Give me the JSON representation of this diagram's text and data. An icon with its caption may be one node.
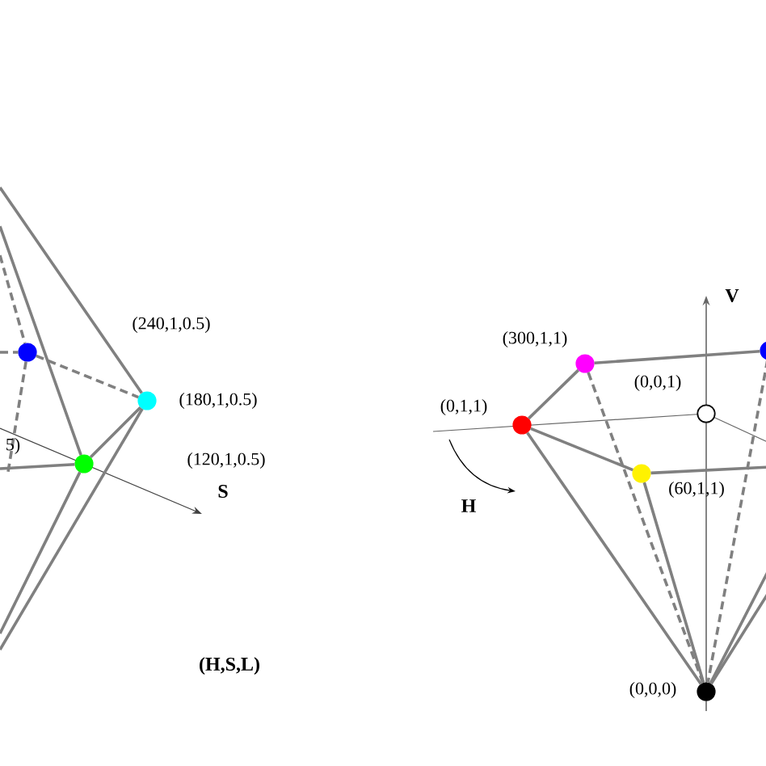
{
  "diagram": {
    "nodes": [
      {
        "text": [],
        "shape": "circle"
      },
      {
        "text": [],
        "shape": "circle",
        "beside": [
          "(180,1,0.5)"
        ]
      },
      {
        "text": [],
        "shape": "circle"
      },
      {
        "text": [],
        "shape": "circle",
        "beside": [
          "(0,1,1)"
        ]
      },
      {
        "text": [],
        "shape": "circle",
        "beside": [
          "(300,1,1)"
        ]
      },
      {
        "text": [],
        "shape": "circle",
        "beside": [
          "(0,0,1)"
        ]
      },
      {
        "text": [],
        "shape": "circle",
        "beside": [
          "(60,1,1)"
        ]
      },
      {
        "text": [],
        "shape": "circle"
      },
      {
        "text": [],
        "shape": "circle",
        "beside": [
          "(0,0,0)"
        ]
      }
    ],
    "edges": [
      {
        "from": null,
        "to": 1,
        "arrow": "none"
      },
      {
        "from": null,
        "to": 2,
        "arrow": "none"
      },
      {
        "from": null,
        "to": 0,
        "arrow": "none",
        "style": "dashed"
      },
      {
        "from": null,
        "to": 0,
        "arrow": "none",
        "style": "dashed"
      },
      {
        "from": 0,
        "to": null,
        "arrow": "none",
        "style": "dashed"
      },
      {
        "from": 0,
        "to": 1,
        "arrow": "none",
        "style": "dashed"
      },
      {
        "from": 2,
        "to": 1,
        "arrow": "none"
      },
      {
        "from": null,
        "to": 2,
        "arrow": "none"
      },
      {
        "from": 2,
        "to": null,
        "arrow": "none"
      },
      {
        "from": 1,
        "to": null,
        "arrow": "none"
      },
      {
        "from": 3,
        "to": 4,
        "arrow": "none"
      },
      {
        "from": 3,
        "to": 6,
        "arrow": "none"
      },
      {
        "from": 4,
        "to": 7,
        "arrow": "none"
      },
      {
        "from": 3,
        "to": 8,
        "arrow": "none"
      },
      {
        "from": 6,
        "to": 8,
        "arrow": "none"
      },
      {
        "from": 4,
        "to": 8,
        "arrow": "none",
        "style": "dashed"
      },
      {
        "from": 7,
        "to": 8,
        "arrow": "none",
        "style": "dashed"
      },
      {
        "from": 6,
        "to": null,
        "arrow": "none"
      },
      {
        "from": null,
        "to": 8,
        "arrow": "none"
      },
      {
        "from": null,
        "to": 8,
        "arrow": "none"
      }
    ],
    "labels": [
      "(240,1,0.5)",
      "5)",
      "(120,1,0.5)",
      "S",
      "(H,S,L)",
      "V",
      "H"
    ]
  }
}
